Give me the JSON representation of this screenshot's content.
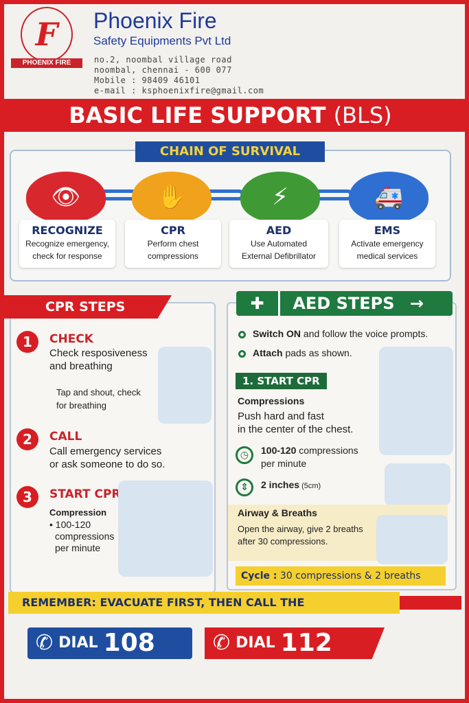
{
  "header": {
    "logo_text": "F",
    "logo_tag": "PHOENIX FIRE",
    "brand": "Phoenix Fire",
    "subtitle": "Safety Equipments Pvt Ltd",
    "address1": "no.2, noombal village road",
    "address2": "noombal, chennai - 600 077",
    "mobile": "Mobile : 98409 46101",
    "email": "e-mail : ksphoenixfire@gmail.com"
  },
  "title": {
    "main": "BASIC LIFE SUPPORT",
    "suffix": "(BLS)"
  },
  "chain": {
    "heading": "CHAIN OF SURVIVAL",
    "items": [
      {
        "title": "RECOGNIZE",
        "desc1": "Recognize emergency,",
        "desc2": "check for response",
        "icon": "eye-icon",
        "color": "#d9272e"
      },
      {
        "title": "CPR",
        "desc1": "Perform chest",
        "desc2": "compressions",
        "icon": "hands-icon",
        "color": "#f0a21c"
      },
      {
        "title": "AED",
        "desc1": "Use Automated",
        "desc2": "External Defibrillator",
        "icon": "defibrillator-heart-icon",
        "color": "#3f9a36"
      },
      {
        "title": "EMS",
        "desc1": "Activate emergency",
        "desc2": "medical services",
        "icon": "ambulance-icon",
        "color": "#2f6fd1"
      }
    ]
  },
  "cpr": {
    "heading": "CPR STEPS",
    "steps": [
      {
        "num": "1",
        "title": "CHECK",
        "text1": "Check resposiveness",
        "text2": "and breathing",
        "note1": "Tap and shout, check",
        "note2": "for breathing"
      },
      {
        "num": "2",
        "title": "CALL",
        "text1": "Call emergency services",
        "text2": "or ask someone to do so."
      },
      {
        "num": "3",
        "title": "START CPR",
        "sub": "Compression",
        "b1": "• 100-120",
        "b2": "compressions",
        "b3": "per minute"
      }
    ]
  },
  "aed": {
    "heading": "AED STEPS",
    "arrow": "→",
    "bullets": [
      {
        "bold": "Switch ON",
        "rest": " and follow the voice prompts."
      },
      {
        "bold": "Attach",
        "rest": " pads as shown."
      }
    ],
    "start_tag": "1. START CPR",
    "comp_title": "Compressions",
    "comp1": "Push hard and fast",
    "comp2": "in the center of the chest.",
    "rate_bold": "100-120",
    "rate_rest": " compressions",
    "rate2": "per minute",
    "depth_bold": "2 inches",
    "depth_rest": " (5cm)",
    "airway_title": "Airway & Breaths",
    "airway1": "Open the airway, give 2 breaths",
    "airway2": "after 30 compressions.",
    "cycle_label": "Cycle :",
    "cycle_text": "30 compressions & 2 breaths"
  },
  "footer": {
    "remember": "REMEMBER: EVACUATE FIRST, THEN CALL THE",
    "dial1_label": "DIAL",
    "dial1_num": "108",
    "dial2_label": "DIAL",
    "dial2_num": "112",
    "blue": "#1f4ea0",
    "red": "#d81e23"
  }
}
